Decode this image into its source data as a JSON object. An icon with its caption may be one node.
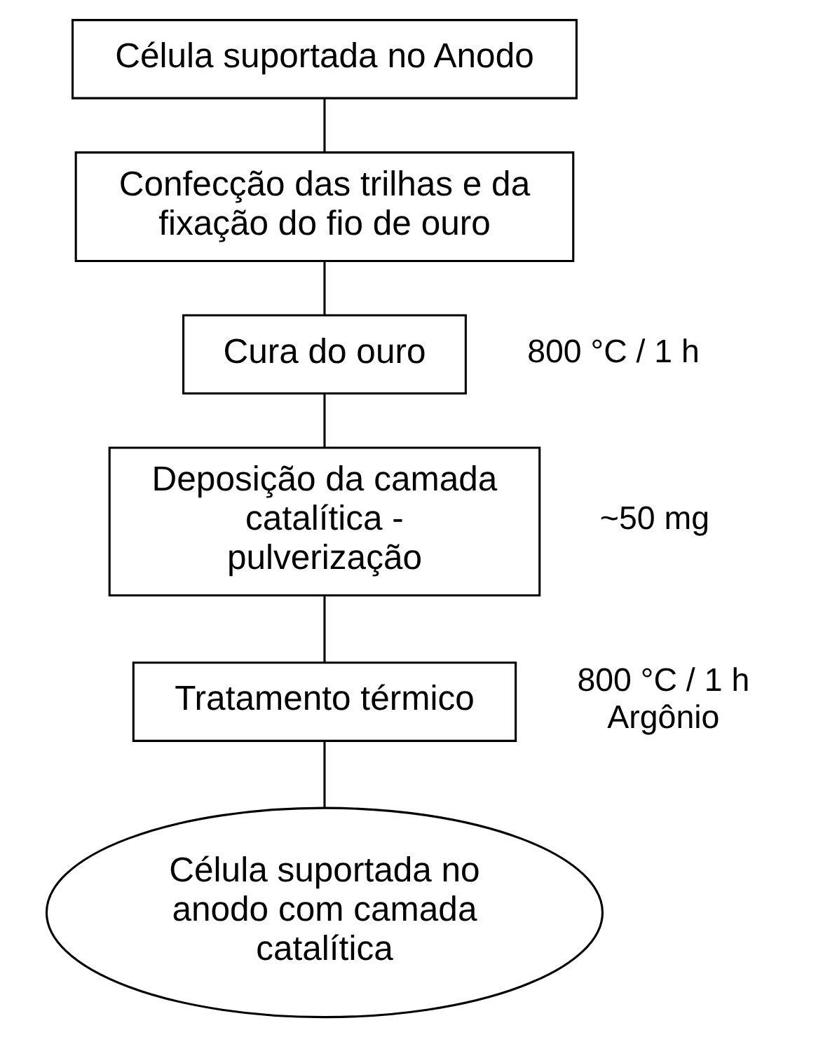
{
  "diagram": {
    "nodes": [
      {
        "text": [
          "Célula suportada no Anodo"
        ]
      },
      {
        "text": [
          "Confecção das trilhas e da fixação do fio de ouro"
        ]
      },
      {
        "text": [
          "Cura do ouro"
        ],
        "beside": [
          "800 °C / 1 h"
        ]
      },
      {
        "text": [
          "Deposição da camada catalítica - pulverização"
        ],
        "beside": [
          "~50 mg"
        ]
      },
      {
        "text": [
          "Tratamento térmico"
        ],
        "beside": [
          "800 °C / 1 h Argônio"
        ]
      },
      {
        "text": [
          "Célula suportada no anodo com camada catalítica"
        ]
      }
    ],
    "edges": [
      {
        "from": 0,
        "to": 1,
        "arrow": "none"
      },
      {
        "from": 1,
        "to": 2,
        "arrow": "none"
      },
      {
        "from": 2,
        "to": 3,
        "arrow": "none"
      },
      {
        "from": 3,
        "to": 4,
        "arrow": "none"
      },
      {
        "from": 4,
        "to": 5,
        "arrow": "none"
      }
    ]
  }
}
